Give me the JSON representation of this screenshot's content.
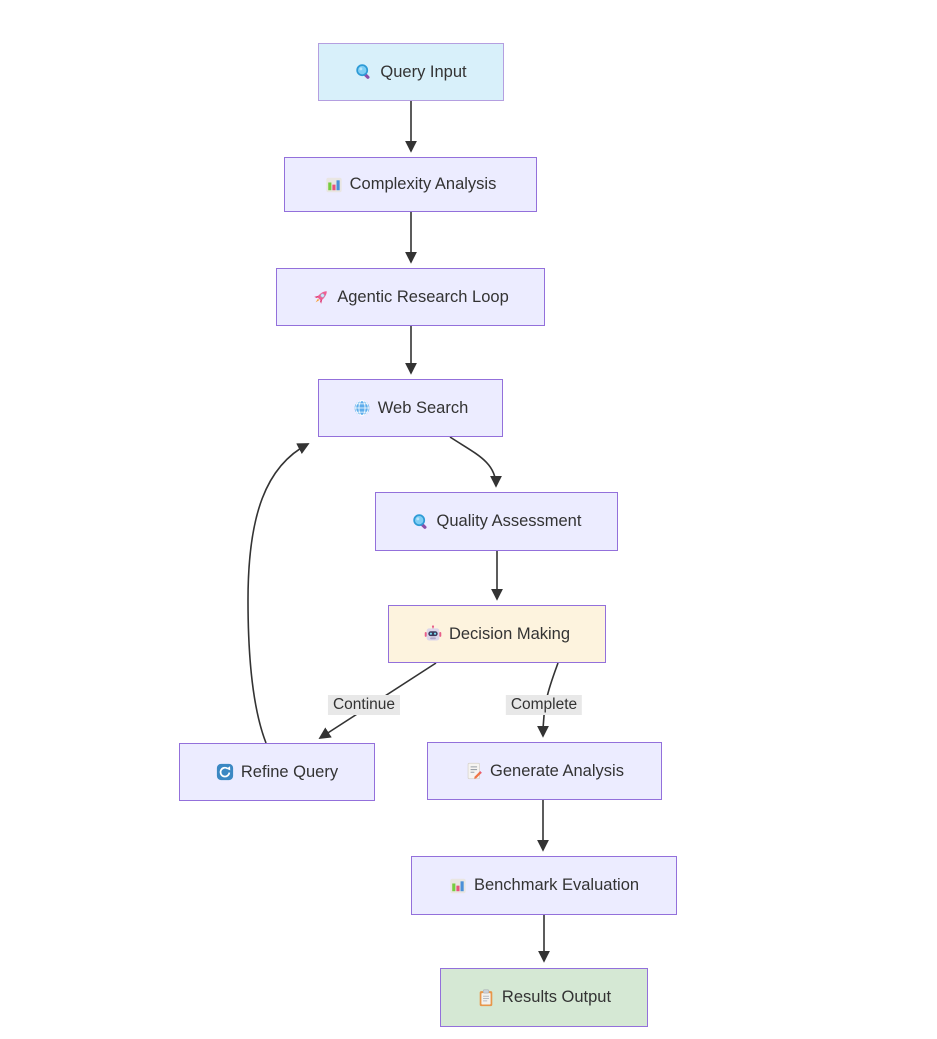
{
  "diagram": {
    "type": "flowchart-top-down",
    "background": "#ffffff",
    "edge_color": "#333333",
    "edge_label_bg": "#e8e8e8",
    "text_color": "#333333",
    "default_node_fill": "#ececff",
    "default_node_border": "#9370db",
    "nodes": [
      {
        "id": "query-input",
        "label": "Query Input",
        "icon": "magnifier-icon",
        "fill": "#d8f0fa",
        "border": "#b49fe0"
      },
      {
        "id": "complexity-analysis",
        "label": "Complexity Analysis",
        "icon": "bar-chart-icon",
        "fill": "#ececff",
        "border": "#9370db"
      },
      {
        "id": "agentic-research-loop",
        "label": "Agentic Research Loop",
        "icon": "rocket-icon",
        "fill": "#ececff",
        "border": "#9370db"
      },
      {
        "id": "web-search",
        "label": "Web Search",
        "icon": "globe-icon",
        "fill": "#ececff",
        "border": "#9370db"
      },
      {
        "id": "quality-assessment",
        "label": "Quality Assessment",
        "icon": "magnifier-icon",
        "fill": "#ececff",
        "border": "#9370db"
      },
      {
        "id": "decision-making",
        "label": "Decision Making",
        "icon": "robot-icon",
        "fill": "#fdf3de",
        "border": "#9370db"
      },
      {
        "id": "refine-query",
        "label": "Refine Query",
        "icon": "refresh-icon",
        "fill": "#ececff",
        "border": "#9370db"
      },
      {
        "id": "generate-analysis",
        "label": "Generate Analysis",
        "icon": "memo-icon",
        "fill": "#ececff",
        "border": "#9370db"
      },
      {
        "id": "benchmark-evaluation",
        "label": "Benchmark Evaluation",
        "icon": "bar-chart-icon",
        "fill": "#ececff",
        "border": "#9370db"
      },
      {
        "id": "results-output",
        "label": "Results Output",
        "icon": "clipboard-icon",
        "fill": "#d5e8d4",
        "border": "#9370db"
      }
    ],
    "edges": [
      {
        "from": "query-input",
        "to": "complexity-analysis",
        "label": ""
      },
      {
        "from": "complexity-analysis",
        "to": "agentic-research-loop",
        "label": ""
      },
      {
        "from": "agentic-research-loop",
        "to": "web-search",
        "label": ""
      },
      {
        "from": "web-search",
        "to": "quality-assessment",
        "label": ""
      },
      {
        "from": "quality-assessment",
        "to": "decision-making",
        "label": ""
      },
      {
        "from": "decision-making",
        "to": "refine-query",
        "label": "Continue"
      },
      {
        "from": "decision-making",
        "to": "generate-analysis",
        "label": "Complete"
      },
      {
        "from": "refine-query",
        "to": "web-search",
        "label": ""
      },
      {
        "from": "generate-analysis",
        "to": "benchmark-evaluation",
        "label": ""
      },
      {
        "from": "benchmark-evaluation",
        "to": "results-output",
        "label": ""
      }
    ]
  }
}
